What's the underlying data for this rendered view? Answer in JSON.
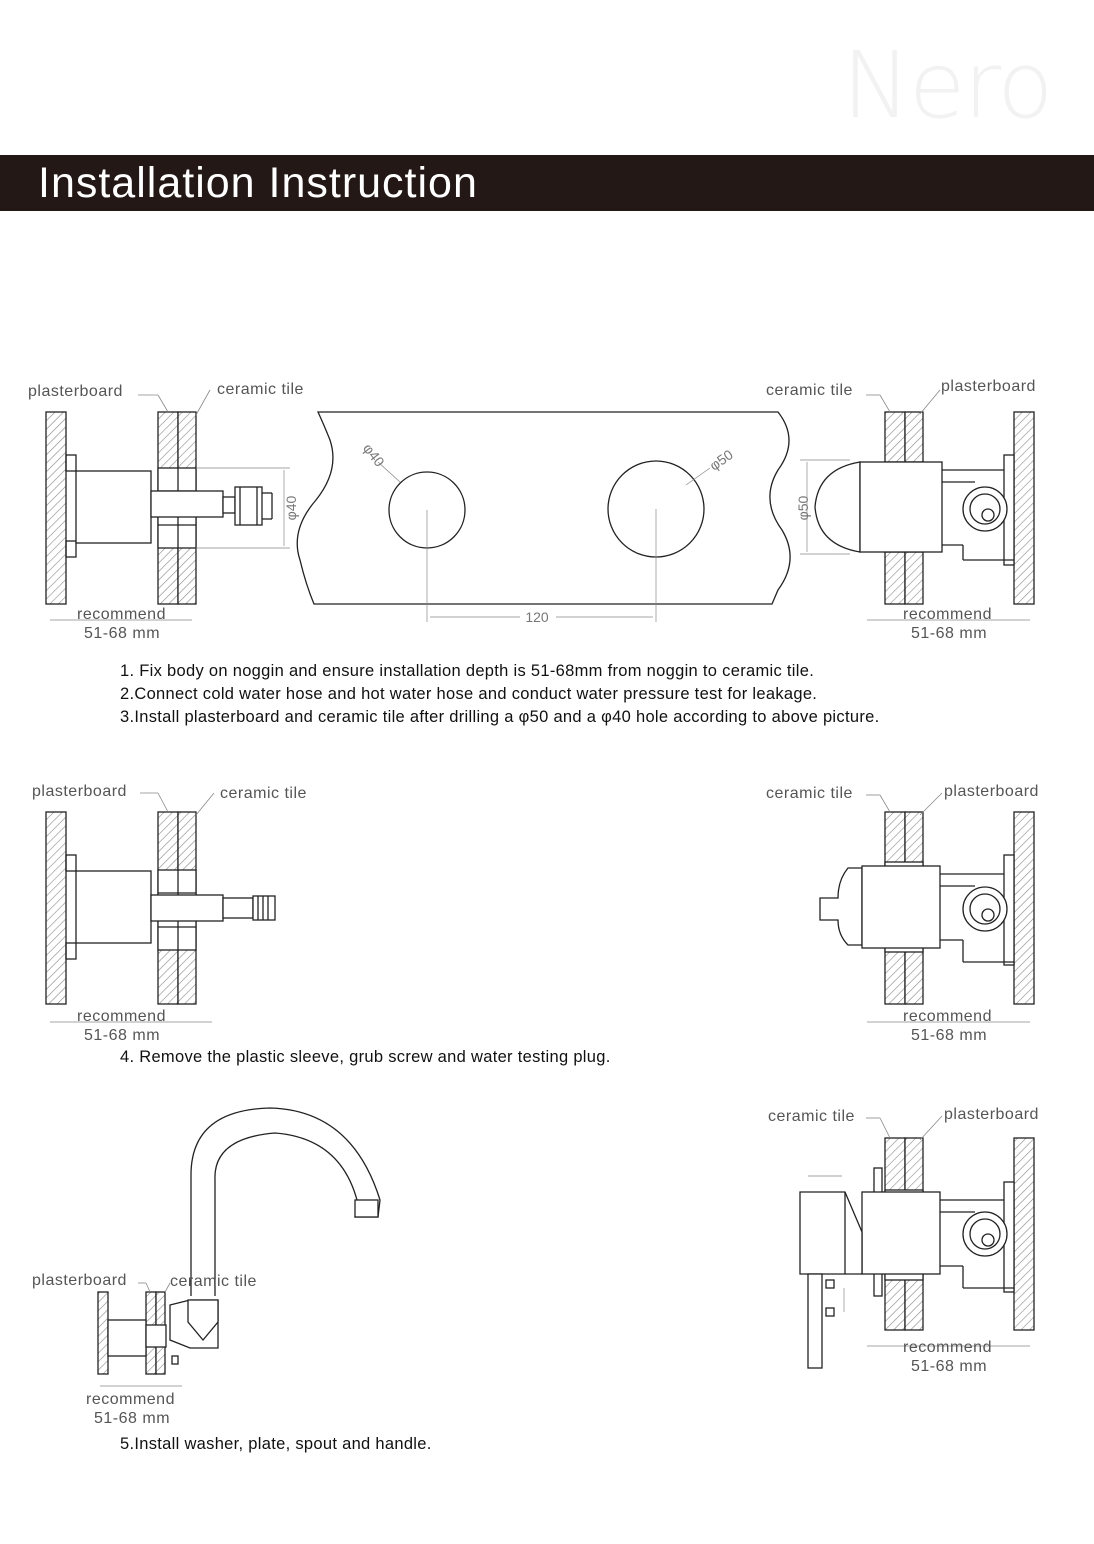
{
  "logo": {
    "text": "Nero"
  },
  "header": {
    "title": "Installation Instruction"
  },
  "labels": {
    "plasterboard": "plasterboard",
    "ceramic_tile": "ceramic tile",
    "recommend": "recommend",
    "depth": "51-68 mm"
  },
  "dimensions": {
    "d40": "φ40",
    "d50": "φ50",
    "spacing": "120"
  },
  "steps": {
    "s1": "1. Fix body on noggin and ensure installation depth is 51-68mm from noggin to ceramic tile.",
    "s2": "2.Connect cold water hose and hot water hose and conduct water pressure test for leakage.",
    "s3": "3.Install plasterboard and ceramic tile after drilling a φ50 and a φ40 hole according to above picture.",
    "s4": "4. Remove the plastic sleeve, grub screw and water testing plug.",
    "s5": "5.Install washer, plate, spout and handle."
  }
}
